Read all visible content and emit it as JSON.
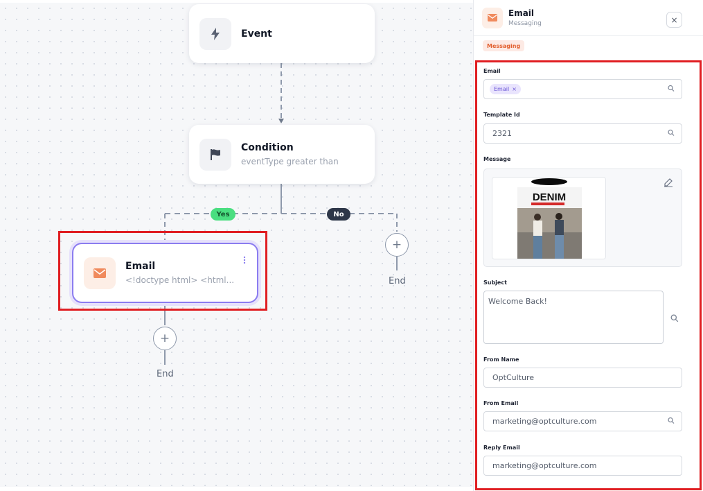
{
  "canvas": {
    "event_node": {
      "title": "Event"
    },
    "condition_node": {
      "title": "Condition",
      "subtitle": "eventType greater than"
    },
    "branches": {
      "yes": "Yes",
      "no": "No"
    },
    "email_node": {
      "title": "Email",
      "subtitle": "<!doctype html> <html..."
    },
    "add_symbol": "+",
    "end_label": "End"
  },
  "panel": {
    "title": "Email",
    "subtitle": "Messaging",
    "close": "×",
    "category_badge": "Messaging",
    "fields": {
      "email": {
        "label": "Email",
        "chip": "Email",
        "chip_remove": "×"
      },
      "template_id": {
        "label": "Template Id",
        "value": "2321"
      },
      "message": {
        "label": "Message",
        "preview_heading": "DENIM"
      },
      "subject": {
        "label": "Subject",
        "value": "Welcome Back!"
      },
      "from_name": {
        "label": "From Name",
        "value": "OptCulture"
      },
      "from_email": {
        "label": "From Email",
        "value": "marketing@optculture.com"
      },
      "reply_email": {
        "label": "Reply Email",
        "value": "marketing@optculture.com"
      }
    }
  },
  "colors": {
    "highlight": "#e01e22",
    "accent_purple": "#8b7cf0",
    "email_orange": "#f08a5d",
    "yes_green": "#4ade80",
    "no_dark": "#2d3648"
  },
  "icons": [
    "lightning-icon",
    "flag-icon",
    "mail-icon",
    "kebab-icon",
    "plus-icon",
    "search-icon",
    "edit-icon",
    "close-icon"
  ]
}
